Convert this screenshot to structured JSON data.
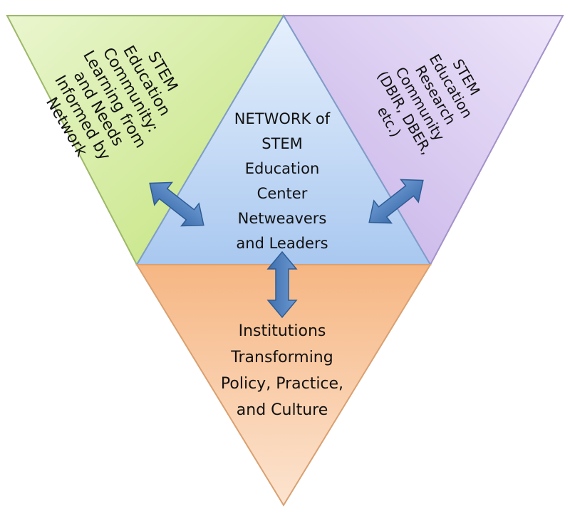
{
  "diagram": {
    "center": {
      "lines": [
        "NETWORK of",
        "STEM",
        "Education",
        "Center",
        "Netweavers",
        "and Leaders"
      ],
      "color": "#B7D3F4"
    },
    "left": {
      "lines": [
        "STEM",
        "Education",
        "Community:",
        "Learning from",
        "and Needs",
        "Informed by",
        "Network"
      ],
      "color": "#D3EC9C"
    },
    "right": {
      "lines": [
        "STEM",
        "Education",
        "Research",
        "Community",
        "(DBIR, DBER,",
        "etc.)"
      ],
      "color": "#D6C7EC"
    },
    "bottom": {
      "lines": [
        "Institutions",
        "Transforming",
        "Policy, Practice,",
        "and Culture"
      ],
      "color": "#F8C8A0"
    },
    "arrow_color": "#4A7EBB",
    "outline_color": "#7F9DC8"
  }
}
